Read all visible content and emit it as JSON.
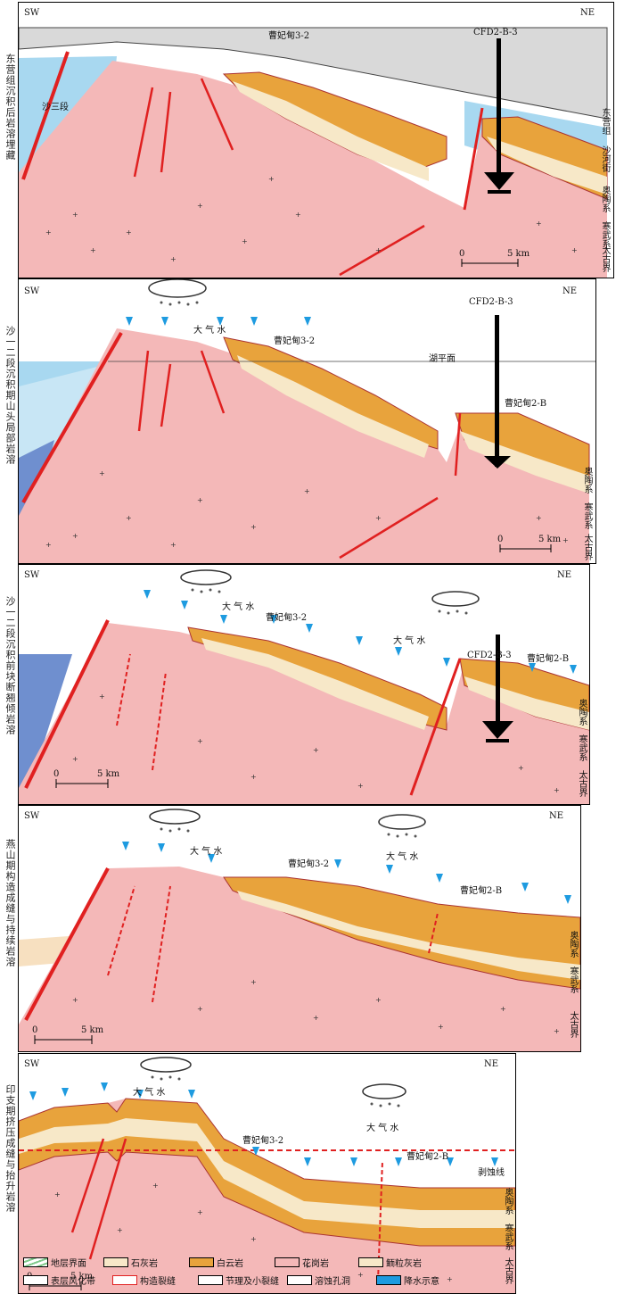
{
  "panels": [
    {
      "side_title": "东营组沉积后岩溶埋藏",
      "sw": "SW",
      "ne": "NE",
      "labels": {
        "well": "CFD2-B-3",
        "caofeidian32": "曹妃甸3-2",
        "shasan": "沙三段",
        "dongying": "东营组",
        "shahejie": "沙河街",
        "ordo": "奥陶系",
        "camb": "寒武系",
        "archean": "太古界",
        "scale": "5 km",
        "zero": "0"
      }
    },
    {
      "side_title": "沙一二段沉积期山头局部岩溶",
      "sw": "SW",
      "ne": "NE",
      "labels": {
        "well": "CFD2-B-3",
        "caofeidian32": "曹妃甸3-2",
        "caofeidian2b": "曹妃甸2-B",
        "lake": "湖平面",
        "rain": "大 气 水",
        "ordo": "奥陶系",
        "camb": "寒武系",
        "archean": "太古界",
        "scale": "5 km",
        "zero": "0"
      }
    },
    {
      "side_title": "沙一二段沉积前块断翘倾岩溶",
      "sw": "SW",
      "ne": "NE",
      "labels": {
        "well": "CFD2-B-3",
        "caofeidian32": "曹妃甸3-2",
        "caofeidian2b": "曹妃甸2-B",
        "rain1": "大 气 水",
        "rain2": "大 气 水",
        "ordo": "奥陶系",
        "camb": "寒武系",
        "archean": "太古界",
        "scale": "5 km",
        "zero": "0"
      }
    },
    {
      "side_title": "燕山期构造成缝与持续岩溶",
      "sw": "SW",
      "ne": "NE",
      "labels": {
        "caofeidian32": "曹妃甸3-2",
        "caofeidian2b": "曹妃甸2-B",
        "rain1": "大 气 水",
        "rain2": "大 气 水",
        "ordo": "奥陶系",
        "camb": "寒武系",
        "archean": "太古界",
        "scale": "5 km",
        "zero": "0"
      }
    },
    {
      "side_title": "印支期挤压成缝与抬升岩溶",
      "sw": "SW",
      "ne": "NE",
      "labels": {
        "caofeidian32": "曹妃甸3-2",
        "caofeidian2b": "曹妃甸2-B",
        "rain1": "大 气 水",
        "rain2": "大 气 水",
        "erosion": "剥蚀线",
        "ordo": "奥陶系",
        "camb": "寒武系",
        "archean": "太古界",
        "scale": "5 km",
        "zero": "0"
      }
    }
  ],
  "legend": [
    {
      "label": "地层界面",
      "icon": "boundary-line"
    },
    {
      "label": "石灰岩",
      "icon": "limestone"
    },
    {
      "label": "白云岩",
      "icon": "dolomite"
    },
    {
      "label": "花岗岩",
      "icon": "granite"
    },
    {
      "label": "鲕粒灰岩",
      "icon": "oolitic-limestone"
    },
    {
      "label": "表层风化带",
      "icon": "weathering-zone"
    },
    {
      "label": "构造裂缝",
      "icon": "structural-fracture"
    },
    {
      "label": "节理及小裂缝",
      "icon": "joints"
    },
    {
      "label": "溶蚀孔洞",
      "icon": "dissolution-vug"
    },
    {
      "label": "降水示意",
      "icon": "rain-arrow"
    }
  ],
  "colors": {
    "granite": "#f4b8b8",
    "limestone": "#f7e8c8",
    "dolomite": "#e8a33c",
    "water": "#a8d8f0",
    "deep_water": "#6f8fcf",
    "cover": "#d9d9d9",
    "fault": "#e02020",
    "rain": "#1e9be0",
    "boundary": "#7ec98a"
  }
}
